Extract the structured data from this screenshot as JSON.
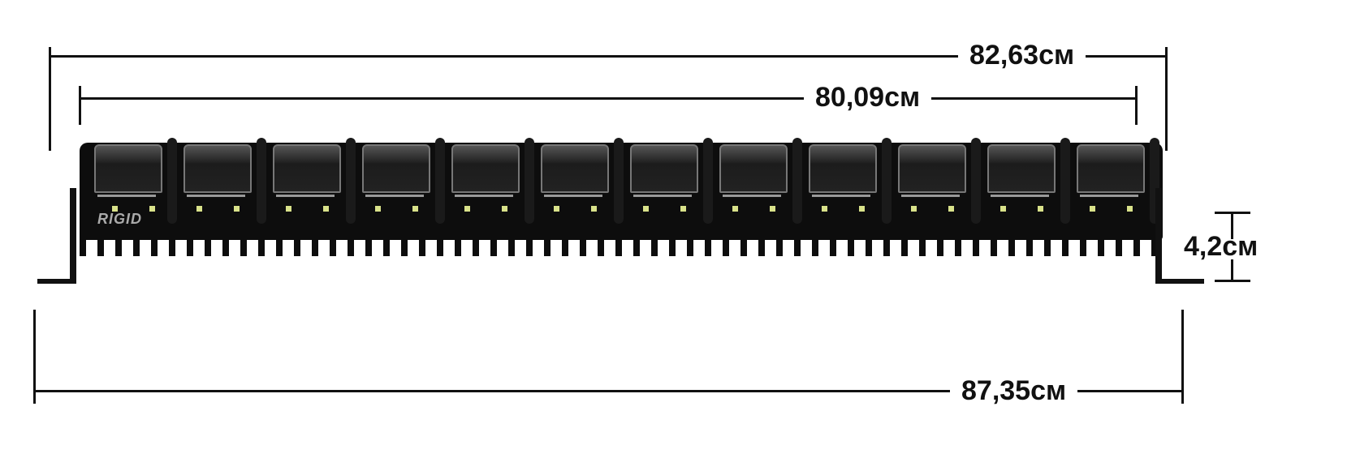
{
  "product": {
    "brand": "RIGID",
    "module_count": 12
  },
  "dimensions": {
    "overall_mount_width": "82,63см",
    "light_body_width": "80,09см",
    "bracket_width": "87,35см",
    "height": "4,2см"
  },
  "colors": {
    "line": "#111111",
    "body": "#0d0d0d",
    "led": "#d9e28a"
  }
}
